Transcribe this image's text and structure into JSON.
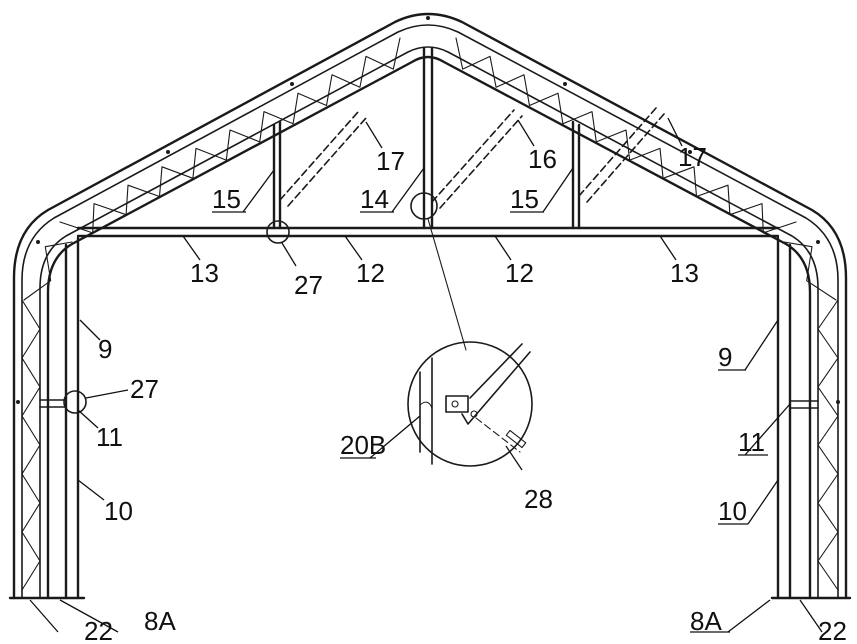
{
  "labels": {
    "l13a": "13",
    "l27a": "27",
    "l12a": "12",
    "l12b": "12",
    "l13b": "13",
    "l15a": "15",
    "l14": "14",
    "l15b": "15",
    "l17a": "17",
    "l16": "16",
    "l17b": "17",
    "l9a": "9",
    "l27b": "27",
    "l11a": "11",
    "l10a": "10",
    "l9b": "9",
    "l11b": "11",
    "l10b": "10",
    "l20b": "20B",
    "l28": "28",
    "l22a": "22",
    "l8aa": "8A",
    "l8ab": "8A",
    "l22b": "22"
  },
  "colors": {
    "ink": "#1a1a1a",
    "paper": "#ffffff"
  }
}
